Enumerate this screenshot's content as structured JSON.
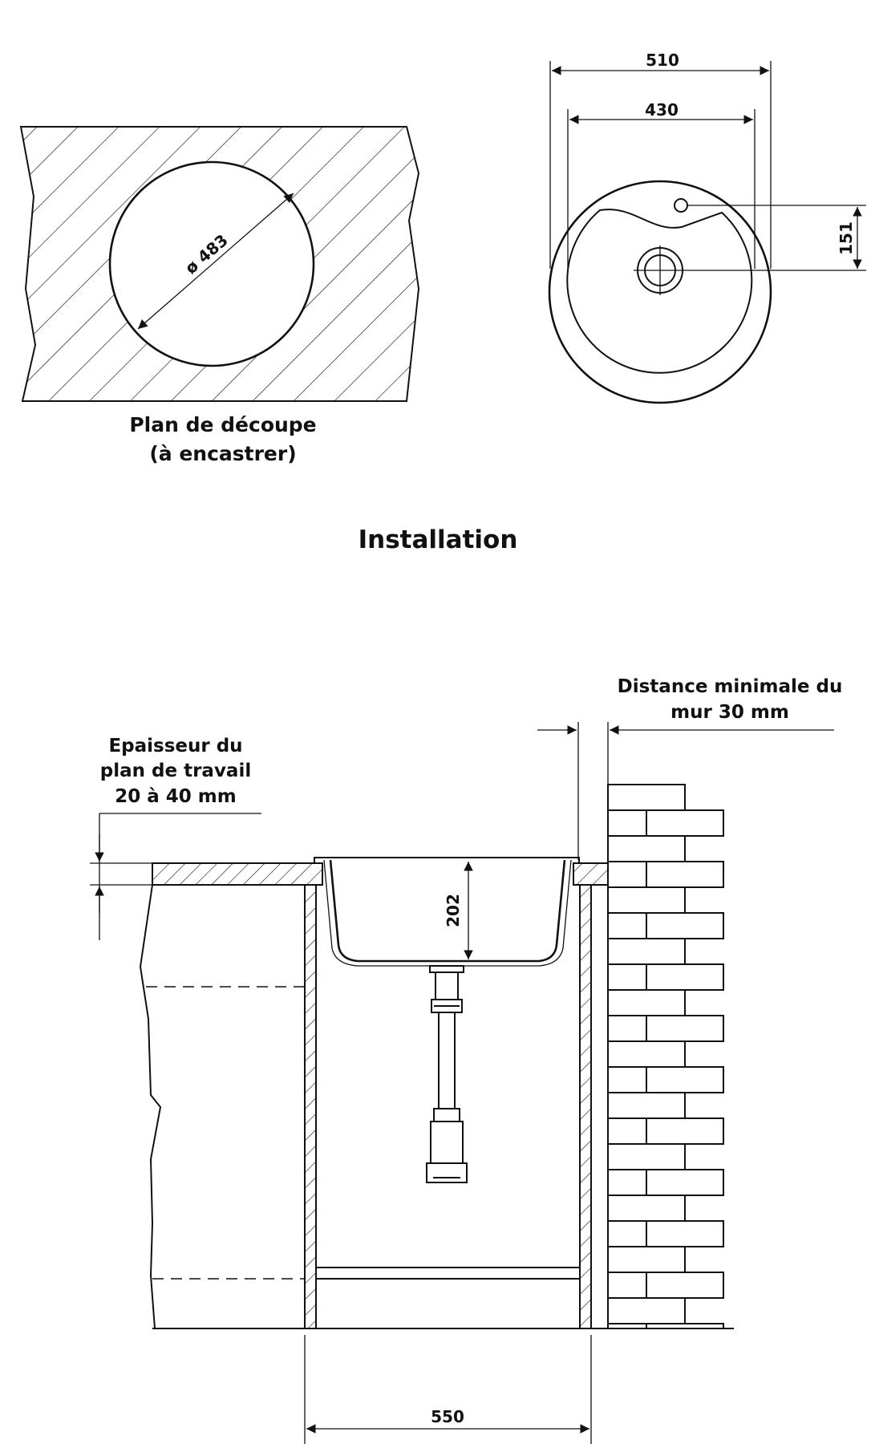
{
  "cutout": {
    "diameter_label": "ø 483",
    "caption_line1": "Plan de découpe",
    "caption_line2": "(à encastrer)"
  },
  "top_view": {
    "outer_width_label": "510",
    "inner_width_label": "430",
    "offset_label": "151"
  },
  "section": {
    "title": "Installation",
    "wall_note_line1": "Distance minimale du",
    "wall_note_line2": "mur 30 mm",
    "thickness_note_line1": "Epaisseur du",
    "thickness_note_line2": "plan de travail",
    "thickness_note_line3": "20 à 40 mm",
    "bowl_depth_label": "202",
    "cabinet_width_label": "550"
  }
}
